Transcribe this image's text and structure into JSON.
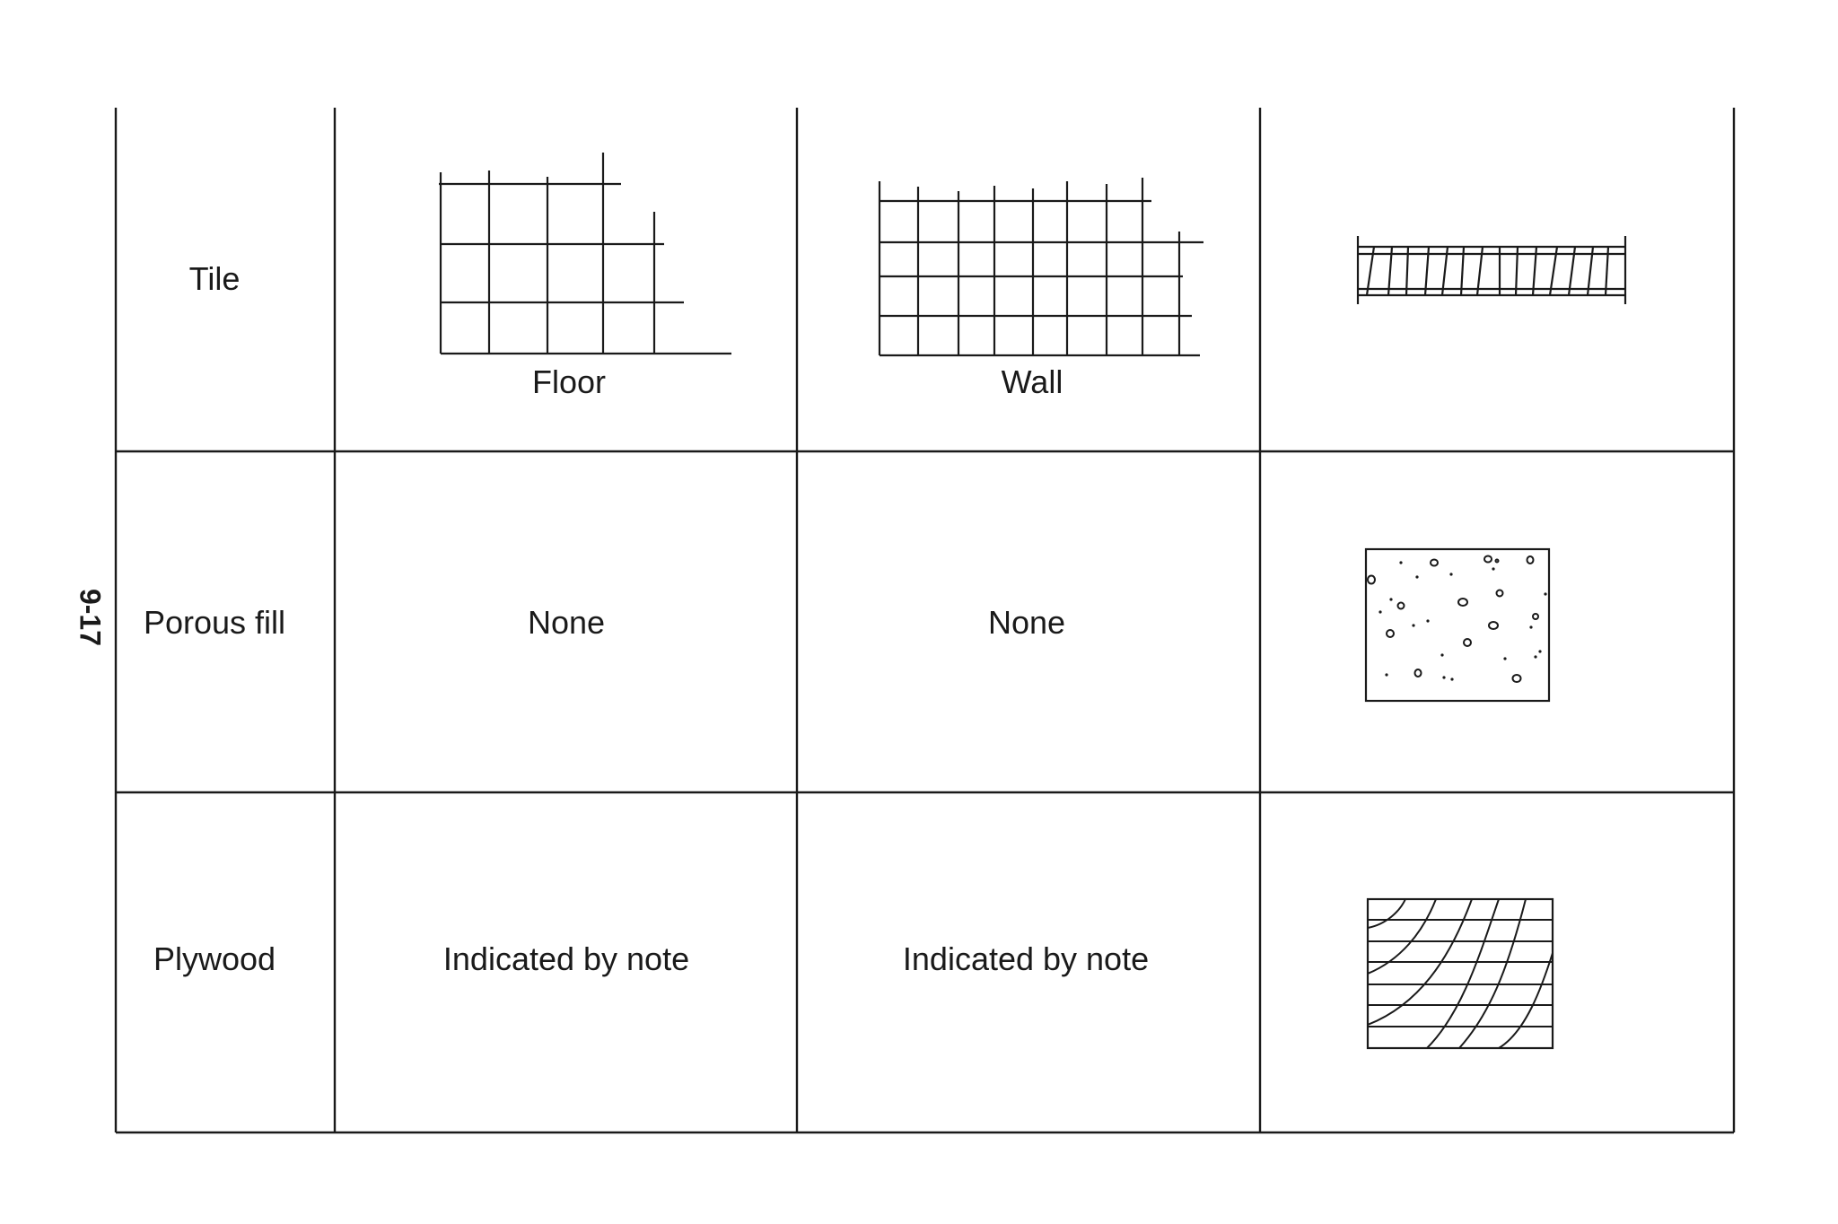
{
  "page_number": "9-17",
  "rows": [
    {
      "material": "Tile",
      "col2": "",
      "col2_caption": "Floor",
      "col3": "",
      "col3_caption": "Wall",
      "symbol": "tile-section-symbol"
    },
    {
      "material": "Porous fill",
      "col2": "None",
      "col2_caption": "",
      "col3": "None",
      "col3_caption": "",
      "symbol": "porous-fill-symbol"
    },
    {
      "material": "Plywood",
      "col2": "Indicated by note",
      "col2_caption": "",
      "col3": "Indicated by note",
      "col3_caption": "",
      "symbol": "plywood-symbol"
    }
  ],
  "colors": {
    "line": "#1a1a1a",
    "background": "#ffffff"
  }
}
